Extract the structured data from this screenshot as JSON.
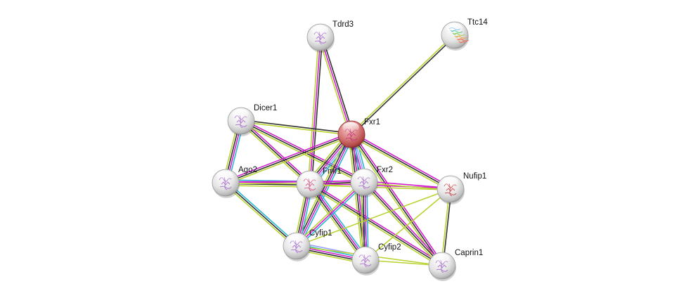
{
  "network": {
    "title": "Protein interaction network",
    "edge_colors": {
      "database": "#2ab7d4",
      "experimental": "#d11ed1",
      "textmining": "#b8d433",
      "coexpression": "#333333",
      "homology": "#9aa0ff",
      "neighborhood": "#2e9e2e"
    },
    "nodes": [
      {
        "id": "Tdrd3",
        "label": "Tdrd3",
        "query": false,
        "structure": "purple"
      },
      {
        "id": "Ttc14",
        "label": "Ttc14",
        "query": false,
        "structure": "rainbow"
      },
      {
        "id": "Fxr1",
        "label": "Fxr1",
        "query": true,
        "structure": "magenta"
      },
      {
        "id": "Dicer1",
        "label": "Dicer1",
        "query": false,
        "structure": "purple"
      },
      {
        "id": "Ago2",
        "label": "Ago2",
        "query": false,
        "structure": "purple"
      },
      {
        "id": "Fmr1",
        "label": "Fmr1",
        "query": false,
        "structure": "pink"
      },
      {
        "id": "Fxr2",
        "label": "Fxr2",
        "query": false,
        "structure": "purple"
      },
      {
        "id": "Nufip1",
        "label": "Nufip1",
        "query": false,
        "structure": "red"
      },
      {
        "id": "Cyfip1",
        "label": "Cyfip1",
        "query": false,
        "structure": "purple"
      },
      {
        "id": "Cyfip2",
        "label": "Cyfip2",
        "query": false,
        "structure": "purple"
      },
      {
        "id": "Caprin1",
        "label": "Caprin1",
        "query": false,
        "structure": "purple"
      }
    ],
    "edges": [
      {
        "source": "Tdrd3",
        "target": "Fxr1",
        "evidence": [
          "coexpression",
          "experimental",
          "textmining"
        ]
      },
      {
        "source": "Tdrd3",
        "target": "Fmr1",
        "evidence": [
          "coexpression",
          "experimental",
          "textmining"
        ]
      },
      {
        "source": "Ttc14",
        "target": "Fxr1",
        "evidence": [
          "coexpression",
          "textmining"
        ]
      },
      {
        "source": "Dicer1",
        "target": "Fxr1",
        "evidence": [
          "coexpression",
          "textmining"
        ]
      },
      {
        "source": "Dicer1",
        "target": "Ago2",
        "evidence": [
          "database",
          "experimental",
          "coexpression",
          "textmining"
        ]
      },
      {
        "source": "Dicer1",
        "target": "Fmr1",
        "evidence": [
          "experimental",
          "coexpression",
          "textmining"
        ]
      },
      {
        "source": "Dicer1",
        "target": "Fxr2",
        "evidence": [
          "experimental",
          "coexpression",
          "textmining"
        ]
      },
      {
        "source": "Ago2",
        "target": "Fxr1",
        "evidence": [
          "experimental",
          "coexpression",
          "textmining"
        ]
      },
      {
        "source": "Ago2",
        "target": "Fmr1",
        "evidence": [
          "database",
          "experimental",
          "coexpression",
          "textmining"
        ]
      },
      {
        "source": "Ago2",
        "target": "Fxr2",
        "evidence": [
          "experimental",
          "textmining"
        ]
      },
      {
        "source": "Ago2",
        "target": "Cyfip1",
        "evidence": [
          "database",
          "coexpression",
          "textmining"
        ]
      },
      {
        "source": "Fxr1",
        "target": "Fmr1",
        "evidence": [
          "database",
          "homology",
          "experimental",
          "coexpression",
          "textmining"
        ]
      },
      {
        "source": "Fxr1",
        "target": "Fxr2",
        "evidence": [
          "database",
          "homology",
          "experimental",
          "coexpression",
          "textmining"
        ]
      },
      {
        "source": "Fxr1",
        "target": "Nufip1",
        "evidence": [
          "experimental",
          "coexpression",
          "textmining"
        ]
      },
      {
        "source": "Fxr1",
        "target": "Cyfip1",
        "evidence": [
          "database",
          "experimental",
          "coexpression",
          "textmining"
        ]
      },
      {
        "source": "Fxr1",
        "target": "Cyfip2",
        "evidence": [
          "database",
          "experimental",
          "coexpression",
          "textmining"
        ]
      },
      {
        "source": "Fxr1",
        "target": "Caprin1",
        "evidence": [
          "experimental",
          "coexpression",
          "textmining"
        ]
      },
      {
        "source": "Fmr1",
        "target": "Fxr2",
        "evidence": [
          "experimental",
          "coexpression",
          "textmining"
        ]
      },
      {
        "source": "Fmr1",
        "target": "Nufip1",
        "evidence": [
          "experimental",
          "textmining"
        ]
      },
      {
        "source": "Fmr1",
        "target": "Cyfip1",
        "evidence": [
          "database",
          "experimental",
          "coexpression",
          "textmining"
        ]
      },
      {
        "source": "Fmr1",
        "target": "Cyfip2",
        "evidence": [
          "database",
          "experimental",
          "coexpression",
          "textmining"
        ]
      },
      {
        "source": "Fmr1",
        "target": "Caprin1",
        "evidence": [
          "experimental",
          "coexpression",
          "textmining"
        ]
      },
      {
        "source": "Fxr2",
        "target": "Nufip1",
        "evidence": [
          "experimental",
          "textmining"
        ]
      },
      {
        "source": "Fxr2",
        "target": "Cyfip1",
        "evidence": [
          "database",
          "experimental",
          "textmining"
        ]
      },
      {
        "source": "Fxr2",
        "target": "Cyfip2",
        "evidence": [
          "database",
          "experimental",
          "coexpression",
          "textmining"
        ]
      },
      {
        "source": "Fxr2",
        "target": "Caprin1",
        "evidence": [
          "experimental",
          "coexpression",
          "textmining"
        ]
      },
      {
        "source": "Nufip1",
        "target": "Caprin1",
        "evidence": [
          "coexpression",
          "textmining"
        ]
      },
      {
        "source": "Nufip1",
        "target": "Cyfip1",
        "evidence": [
          "textmining"
        ]
      },
      {
        "source": "Nufip1",
        "target": "Cyfip2",
        "evidence": [
          "textmining"
        ]
      },
      {
        "source": "Cyfip1",
        "target": "Cyfip2",
        "evidence": [
          "homology",
          "database",
          "experimental",
          "coexpression",
          "textmining"
        ]
      },
      {
        "source": "Cyfip2",
        "target": "Caprin1",
        "evidence": [
          "textmining"
        ]
      },
      {
        "source": "Cyfip1",
        "target": "Caprin1",
        "evidence": [
          "textmining"
        ]
      }
    ]
  }
}
